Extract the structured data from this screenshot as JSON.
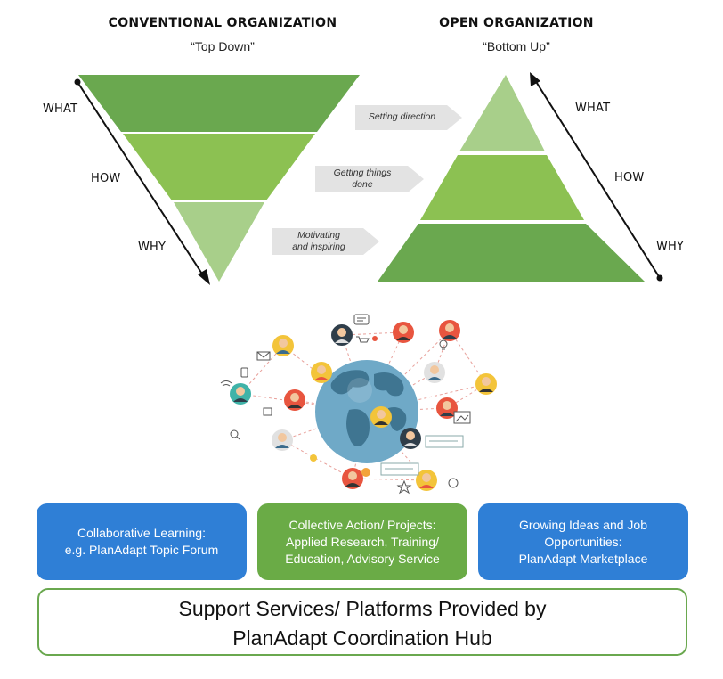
{
  "left_model": {
    "title": "CONVENTIONAL ORGANIZATION",
    "subtitle": "“Top Down”",
    "levels": [
      "WHAT",
      "HOW",
      "WHY"
    ]
  },
  "right_model": {
    "title": "OPEN ORGANIZATION",
    "subtitle": "“Bottom Up”",
    "levels": [
      "WHAT",
      "HOW",
      "WHY"
    ]
  },
  "middle_arrows": [
    {
      "line1": "Setting direction",
      "line2": ""
    },
    {
      "line1": "Getting things",
      "line2": "done"
    },
    {
      "line1": "Motivating",
      "line2": "and inspiring"
    }
  ],
  "colors": {
    "green_dark": "#6aa84f",
    "green_mid": "#8cc152",
    "green_light": "#a8cf8a",
    "blue_box": "#2f7fd6",
    "green_box": "#6aab46",
    "arrow_gray": "#e3e3e3"
  },
  "boxes": {
    "left": {
      "line1": "Collaborative Learning:",
      "line2": "e.g. PlanAdapt Topic Forum",
      "line3": ""
    },
    "middle": {
      "line1": "Collective Action/ Projects:",
      "line2": "Applied Research, Training/",
      "line3": "Education, Advisory Service"
    },
    "right": {
      "line1": "Growing Ideas and Job",
      "line2": "Opportunities:",
      "line3": "PlanAdapt Marketplace"
    }
  },
  "hub": {
    "line1": "Support Services/ Platforms Provided by",
    "line2": "PlanAdapt Coordination Hub"
  },
  "network_illustration": {
    "icons": [
      "globe-icon",
      "person-avatar-icon",
      "chat-bubble-icon",
      "mail-icon",
      "lightbulb-icon",
      "dollar-icon",
      "cart-icon",
      "heart-icon",
      "wifi-icon",
      "thumbs-up-icon",
      "star-icon",
      "clock-icon",
      "search-icon",
      "image-icon",
      "phone-icon"
    ]
  }
}
